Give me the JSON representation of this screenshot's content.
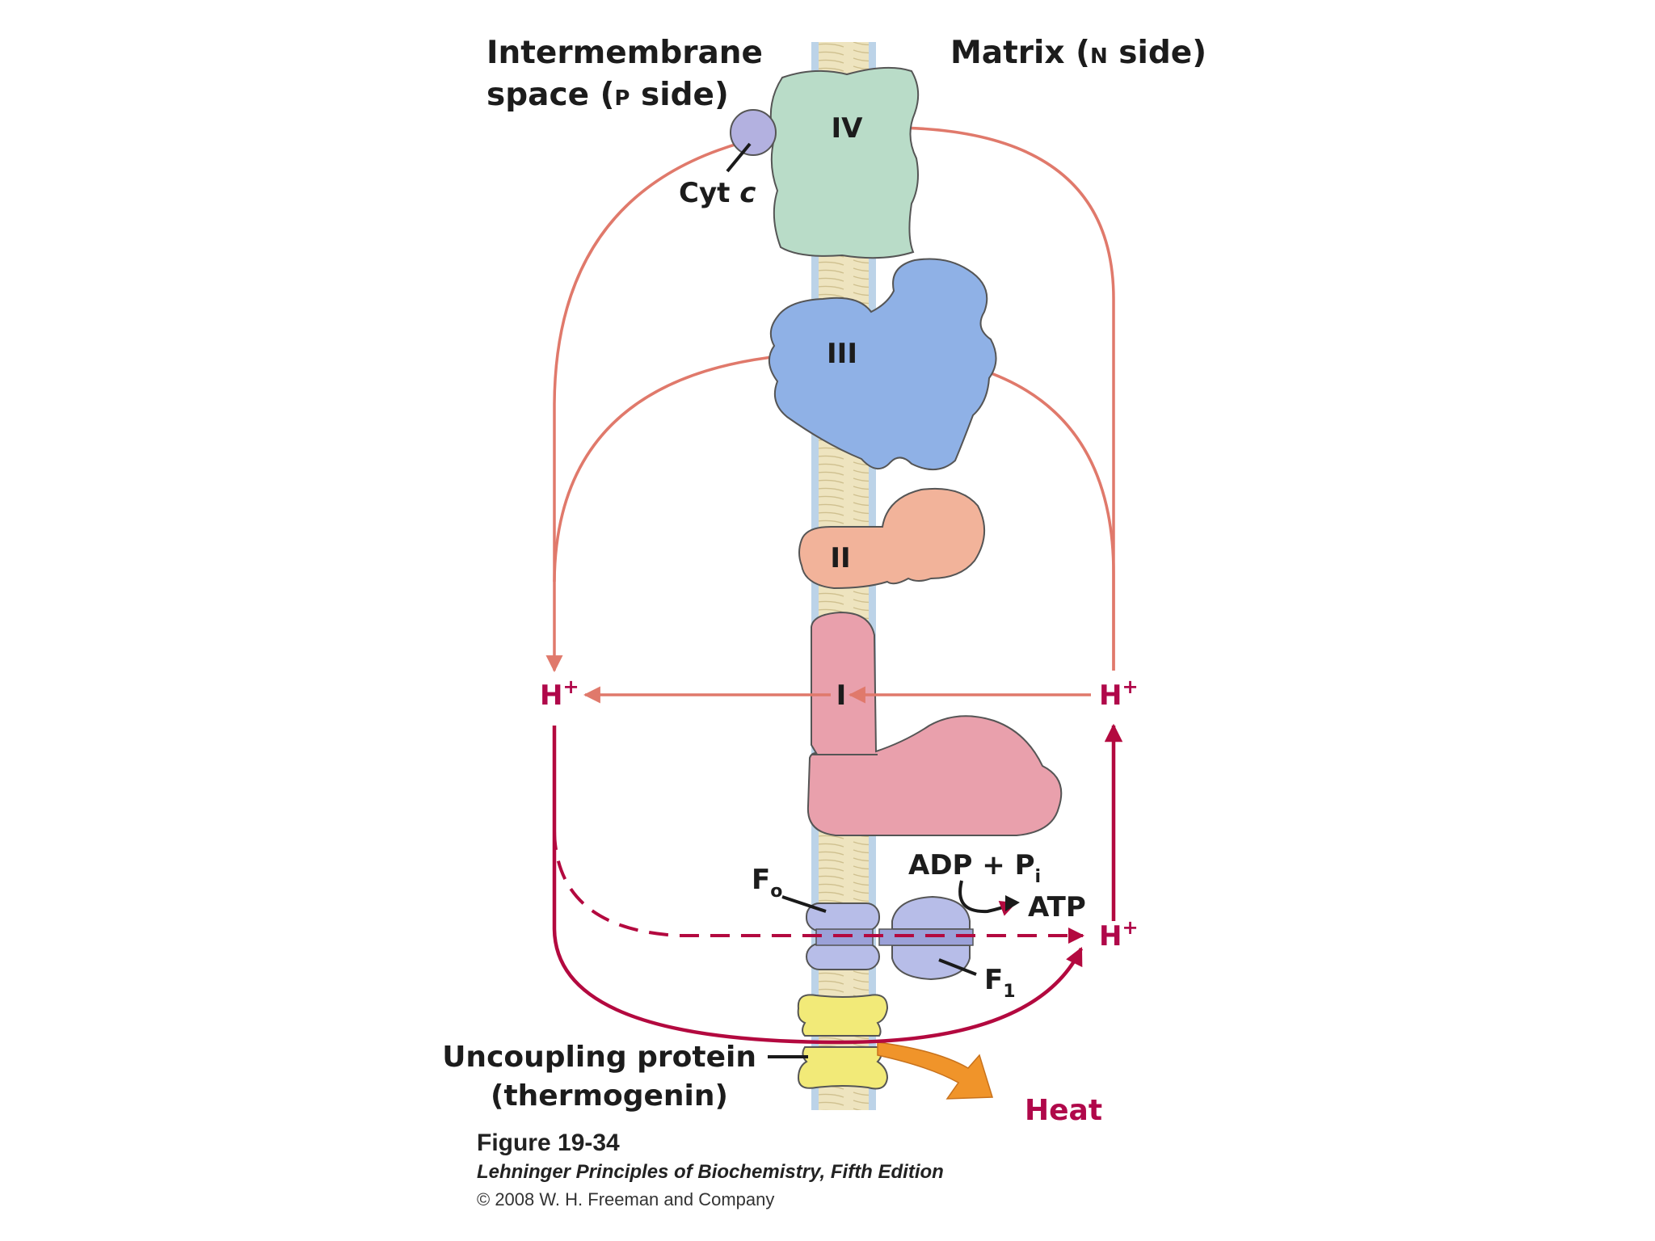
{
  "labels": {
    "intermembrane_line1": "Intermembrane",
    "intermembrane_line2_a": "space (",
    "intermembrane_p": "P",
    "intermembrane_line2_b": " side)",
    "matrix_a": "Matrix (",
    "matrix_n": "N",
    "matrix_b": " side)",
    "cyt": "Cyt ",
    "cyt_c": "c",
    "complex_iv": "IV",
    "complex_iii": "III",
    "complex_ii": "II",
    "complex_i": "I",
    "h_plus_base": "H",
    "plus": "+",
    "adp": "ADP + P",
    "adp_sub": "i",
    "atp": "ATP",
    "f_base": "F",
    "fo_sub": "o",
    "f1_sub": "1",
    "uncoupling_line1": "Uncoupling protein",
    "uncoupling_line2": "(thermogenin)",
    "heat": "Heat"
  },
  "caption": {
    "figure": "Figure 19-34",
    "book": "Lehninger Principles of Biochemistry, Fifth Edition",
    "copyright": "© 2008 W. H. Freeman and Company"
  },
  "colors": {
    "complex_iv": "#b9dcc8",
    "complex_iii": "#8fb1e6",
    "complex_ii": "#f2b39a",
    "complex_i": "#e9a0ac",
    "atp_synthase": "#b7bde8",
    "uncoupling": "#f2ea78",
    "cyt_c": "#b3b1e0",
    "proton_arrow": "#e0796b",
    "leak_arrow": "#b3093f",
    "heat_arrow": "#f0942a",
    "membrane": "#eadfb6",
    "membrane_edge": "#b4cde4"
  }
}
